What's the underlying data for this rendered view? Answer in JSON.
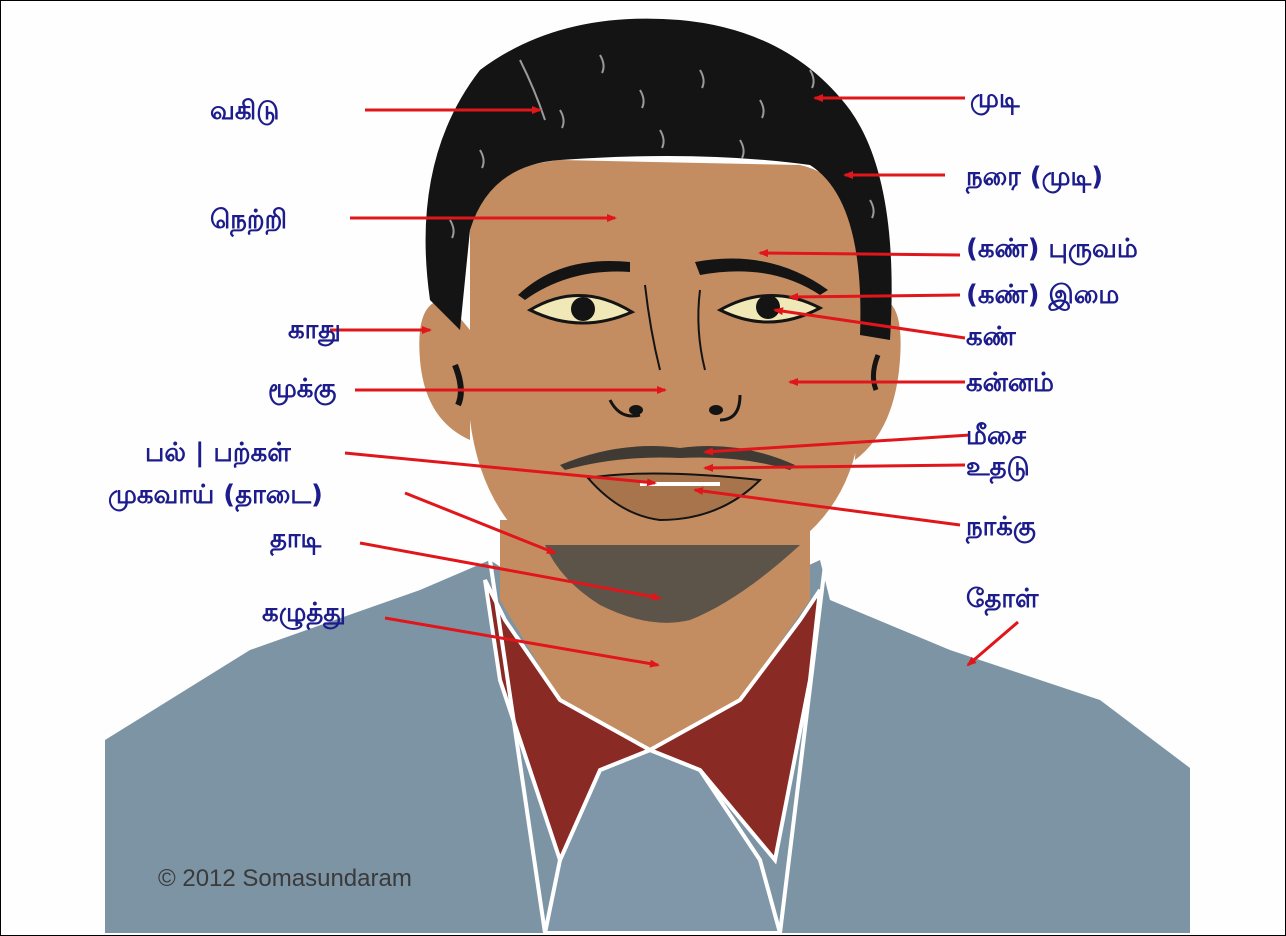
{
  "colors": {
    "label_text": "#1c1c8c",
    "arrow": "#e0161b",
    "hair": "#141414",
    "skin": "#c48d61",
    "skin_shadow": "#b27d52",
    "beard": "#5d5449",
    "jacket": "#7d94a5",
    "collar": "#8a2a24",
    "lips": "#a8744c"
  },
  "labels": {
    "vakidu": "வகிடு",
    "mudi": "முடி",
    "narai": "நரை (முடி)",
    "netri": "நெற்றி",
    "puruvam": "(கண்) புருவம்",
    "imai": "(கண்) இமை",
    "kaathu": "காது",
    "kan": "கண்",
    "mookku": "மூக்கு",
    "kannam": "கன்னம்",
    "meesai": "மீசை",
    "pal": "பல் | பற்கள்",
    "uthadu": "உதடு",
    "mugavaai": "முகவாய் (தாடை)",
    "naakku": "நாக்கு",
    "thaadi": "தாடி",
    "thol": "தோள்",
    "kazhuthu": "கழுத்து"
  },
  "copyright": "© 2012 Somasundaram"
}
